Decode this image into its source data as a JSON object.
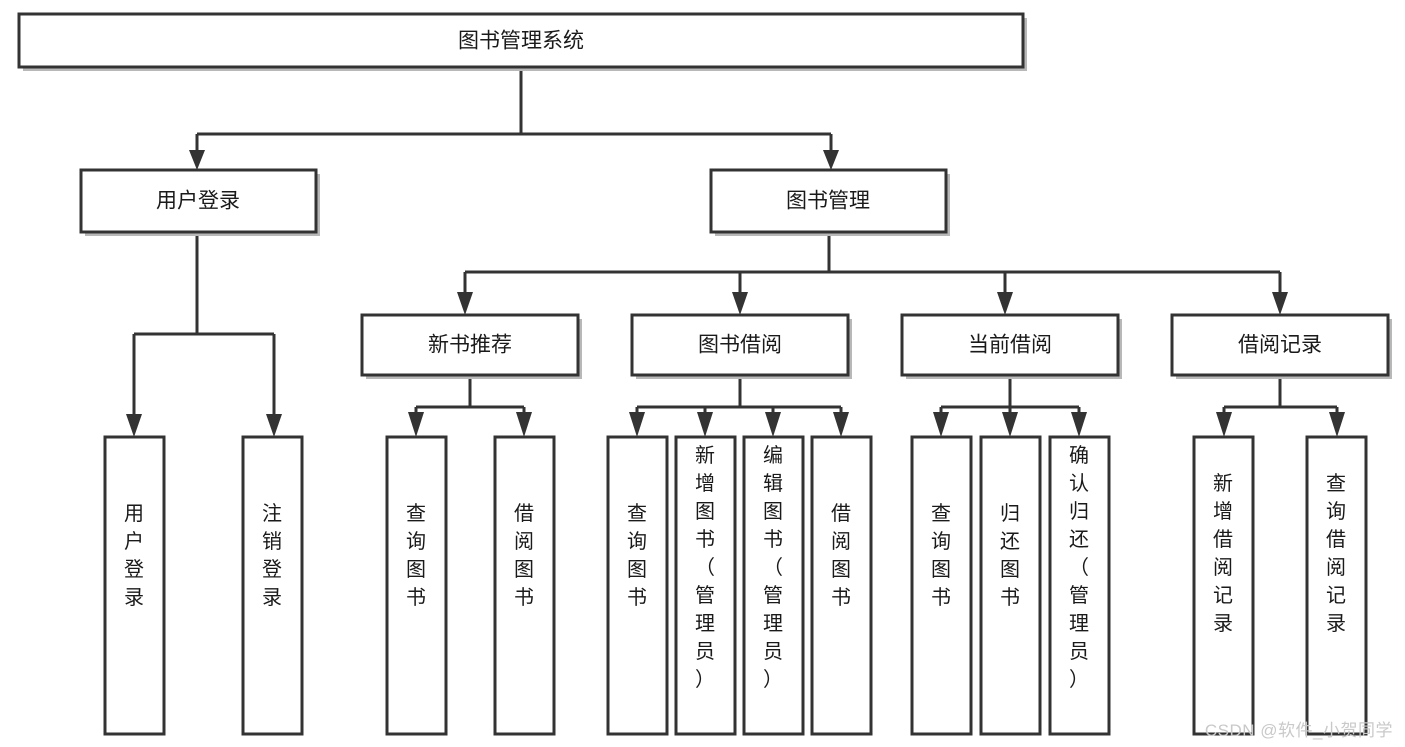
{
  "diagram": {
    "type": "tree-hierarchy",
    "title": "图书管理系统",
    "orientation": "top-down",
    "root": {
      "id": "root",
      "label": "图书管理系统"
    },
    "level2": [
      {
        "id": "user-login",
        "label": "用户登录"
      },
      {
        "id": "book-management",
        "label": "图书管理"
      }
    ],
    "level3": [
      {
        "id": "new-book-recommend",
        "label": "新书推荐",
        "parent": "book-management"
      },
      {
        "id": "book-borrow",
        "label": "图书借阅",
        "parent": "book-management"
      },
      {
        "id": "current-borrow",
        "label": "当前借阅",
        "parent": "book-management"
      },
      {
        "id": "borrow-record",
        "label": "借阅记录",
        "parent": "book-management"
      }
    ],
    "leaves": [
      {
        "id": "leaf-user-login",
        "label": "用户登录",
        "parent": "user-login"
      },
      {
        "id": "leaf-user-logout",
        "label": "注销登录",
        "parent": "user-login"
      },
      {
        "id": "leaf-query-book-1",
        "label": "查询图书",
        "parent": "new-book-recommend"
      },
      {
        "id": "leaf-borrow-book-1",
        "label": "借阅图书",
        "parent": "new-book-recommend"
      },
      {
        "id": "leaf-query-book-2",
        "label": "查询图书",
        "parent": "book-borrow"
      },
      {
        "id": "leaf-add-book",
        "label": "新增图书（管理员）",
        "parent": "book-borrow"
      },
      {
        "id": "leaf-edit-book",
        "label": "编辑图书（管理员）",
        "parent": "book-borrow"
      },
      {
        "id": "leaf-borrow-book-2",
        "label": "借阅图书",
        "parent": "book-borrow"
      },
      {
        "id": "leaf-query-book-3",
        "label": "查询图书",
        "parent": "current-borrow"
      },
      {
        "id": "leaf-return-book",
        "label": "归还图书",
        "parent": "current-borrow"
      },
      {
        "id": "leaf-confirm-return",
        "label": "确认归还（管理员）",
        "parent": "current-borrow"
      },
      {
        "id": "leaf-add-record",
        "label": "新增借阅记录",
        "parent": "borrow-record"
      },
      {
        "id": "leaf-query-record",
        "label": "查询借阅记录",
        "parent": "borrow-record"
      }
    ],
    "colors": {
      "stroke": "#333333",
      "fill": "#ffffff",
      "text": "#1a1a1a",
      "shadow": "#b8b8b8",
      "watermark": "#c9c9c9"
    }
  },
  "watermark": {
    "text": "CSDN @软件_小贺同学"
  }
}
